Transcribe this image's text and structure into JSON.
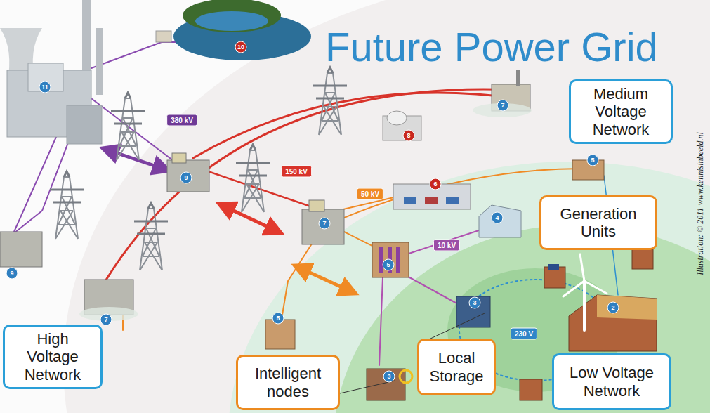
{
  "diagram": {
    "title": "Future Power Grid",
    "nodes": [
      {
        "text": [
          "Medium Voltage Network"
        ]
      },
      {
        "text": [
          "Generation Units"
        ]
      },
      {
        "text": [
          "High Voltage Network"
        ]
      },
      {
        "text": [
          "Intelligent nodes"
        ]
      },
      {
        "text": [
          "Local Storage"
        ]
      },
      {
        "text": [
          "Low Voltage Network"
        ]
      }
    ],
    "labels": [
      "10",
      "11",
      "380 kV",
      "7",
      "8",
      "9",
      "150 kV",
      "5",
      "6",
      "50 kV",
      "7",
      "4",
      "10 kV",
      "5",
      "Illustration: © 2011 www.kennisinbeeld.nl",
      "9",
      "3",
      "2",
      "5",
      "7",
      "230 V",
      "3"
    ]
  }
}
